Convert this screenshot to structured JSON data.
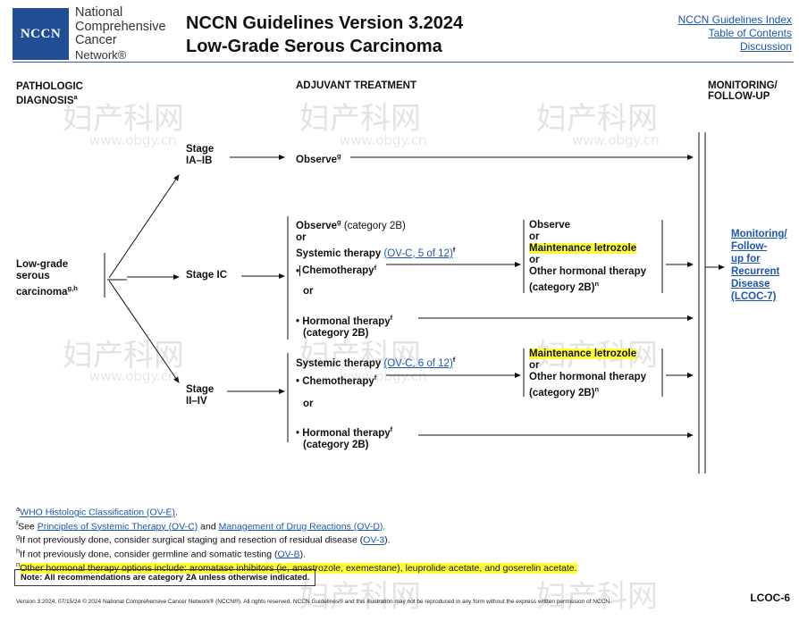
{
  "header": {
    "org_lines": [
      "National",
      "Comprehensive",
      "Cancer",
      "Network®"
    ],
    "logo_text": "NCCN",
    "title_line1": "NCCN Guidelines Version 3.2024",
    "title_line2": "Low-Grade Serous Carcinoma",
    "links": [
      "NCCN Guidelines Index",
      "Table of Contents",
      "Discussion"
    ]
  },
  "columns": {
    "pathologic": [
      "PATHOLOGIC",
      "DIAGNOSIS"
    ],
    "pathologic_sup": "a",
    "adjuvant": "ADJUVANT TREATMENT",
    "monitoring": [
      "MONITORING/",
      "FOLLOW-UP"
    ]
  },
  "diagnosis": {
    "lines": [
      "Low-grade",
      "serous",
      "carcinoma"
    ],
    "sup": "g,h"
  },
  "stages": {
    "s1": [
      "Stage",
      "IA–IB"
    ],
    "s2": "Stage IC",
    "s3": [
      "Stage",
      "II–IV"
    ]
  },
  "stage1": {
    "observe": "Observe",
    "sup": "g"
  },
  "stage2": {
    "observe": "Observe",
    "observe_sup": "g",
    "observe_cat": " (category 2B)",
    "or1": "or",
    "systemic": "Systemic therapy ",
    "systemic_link": "(OV-C, 5 of 12)",
    "systemic_sup": "f",
    "chemo": "Chemotherapy",
    "chemo_sup": "f",
    "or2": "or",
    "hormonal": "• Hormonal therapy",
    "hormonal_sup": "f",
    "hormonal_cat": "(category 2B)",
    "result": {
      "observe": "Observe",
      "or1": "or",
      "letrozole": "Maintenance letrozole",
      "or2": "or",
      "other": "Other hormonal therapy",
      "cat": "(category 2B)",
      "cat_sup": "n"
    }
  },
  "stage3": {
    "systemic": "Systemic therapy ",
    "systemic_link": "(OV-C, 6 of 12)",
    "systemic_sup": "f",
    "chemo": "• Chemotherapy",
    "chemo_sup": "f",
    "or": "or",
    "hormonal": "• Hormonal therapy",
    "hormonal_sup": "f",
    "hormonal_cat": "(category 2B)",
    "result": {
      "letrozole": "Maintenance letrozole",
      "or": "or",
      "other": "Other hormonal therapy",
      "cat": "(category 2B)",
      "cat_sup": "n"
    }
  },
  "monitoring_link": [
    "Monitoring/",
    "Follow-",
    "up for",
    "Recurrent",
    "Disease",
    "(LCOC-7)"
  ],
  "footnotes": {
    "a": {
      "sup": "a",
      "link": "WHO Histologic Classification (OV-E)",
      "after": "."
    },
    "f": {
      "sup": "f",
      "pre": "See ",
      "link1": "Principles of Systemic Therapy (OV-C)",
      "mid": " and ",
      "link2": "Management of Drug Reactions (OV-D)",
      "after": "."
    },
    "g": {
      "sup": "g",
      "pre": "If not previously done, consider surgical staging and resection of residual disease (",
      "link": "OV-3",
      "after": ")."
    },
    "h": {
      "sup": "h",
      "pre": "If not previously done, consider germline and somatic testing (",
      "link": "OV-B",
      "after": ")."
    },
    "n": {
      "sup": "n",
      "text": "Other hormonal therapy options include: aromatase inhibitors (ie, anastrozole, exemestane), leuprolide acetate, and goserelin acetate."
    }
  },
  "note": "Note: All recommendations are category 2A unless otherwise indicated.",
  "copyright": "Version 3.2024, 07/15/24 © 2024 National Comprehensive Cancer Network® (NCCN®). All rights reserved. NCCN Guidelines® and this illustration may not be reproduced in any form without the express written permission of NCCN.",
  "page_code": "LCOC-6",
  "watermark": {
    "text": "妇产科网",
    "url": "www.obgy.cn"
  },
  "colors": {
    "brand": "#1f4e94",
    "link": "#1a56b8",
    "highlight": "#ffff33"
  }
}
